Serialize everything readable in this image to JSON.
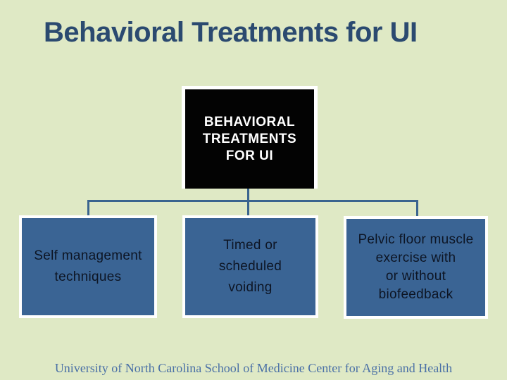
{
  "slide": {
    "title": "Behavioral Treatments for UI",
    "footer": "University of North Carolina School of Medicine Center for Aging and Health"
  },
  "diagram": {
    "type": "hierarchy",
    "root": {
      "lines": [
        "BEHAVIORAL",
        "TREATMENTS",
        "FOR UI"
      ]
    },
    "children": [
      {
        "lines": [
          "Self management",
          "techniques"
        ]
      },
      {
        "lines": [
          "Timed or",
          "scheduled",
          "voiding"
        ]
      },
      {
        "lines": [
          "Pelvic floor muscle",
          "exercise with",
          "or without",
          "biofeedback"
        ]
      }
    ]
  },
  "colors": {
    "background": "#dfe9c5",
    "title_text": "#2b4a70",
    "root_box_fill": "#030303",
    "root_box_text": "#ffffff",
    "child_box_fill": "#3a6494",
    "child_box_text": "#0d1524",
    "box_border": "#ffffff",
    "connector": "#3a648f",
    "footer_text": "#4a70a6"
  }
}
